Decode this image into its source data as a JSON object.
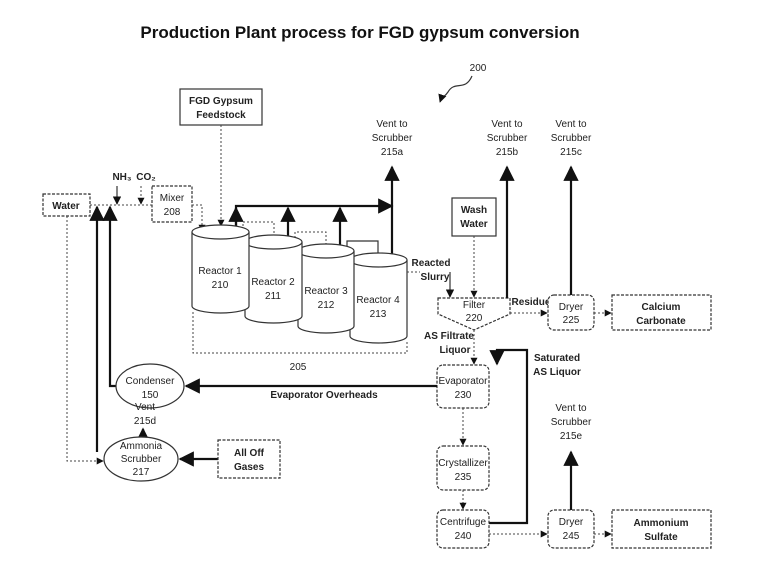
{
  "title": "Production Plant process for FGD gypsum conversion",
  "figure_ref": "200",
  "nodes": {
    "feedstock": [
      "FGD  Gypsum",
      "Feedstock"
    ],
    "water": "Water",
    "nh3": "NH₃",
    "co2": "CO₂",
    "mixer": [
      "Mixer",
      "208"
    ],
    "reactor1": [
      "Reactor 1",
      "210"
    ],
    "reactor2": [
      "Reactor 2",
      "211"
    ],
    "reactor3": [
      "Reactor 3",
      "212"
    ],
    "reactor4": [
      "Reactor 4",
      "213"
    ],
    "reactor_group": "205",
    "vent_a": [
      "Vent to",
      "Scrubber",
      "215a"
    ],
    "vent_b": [
      "Vent to",
      "Scrubber",
      "215b"
    ],
    "vent_c": [
      "Vent to",
      "Scrubber",
      "215c"
    ],
    "vent_d": [
      "Vent",
      "215d"
    ],
    "vent_e": [
      "Vent to",
      "Scrubber",
      "215e"
    ],
    "wash_water": [
      "Wash",
      "Water"
    ],
    "reacted_slurry": [
      "Reacted",
      "Slurry"
    ],
    "filter": [
      "Filter",
      "220"
    ],
    "residue": "Residue",
    "dryer1": [
      "Dryer",
      "225"
    ],
    "calcium_carbonate": [
      "Calcium",
      "Carbonate"
    ],
    "as_filtrate": [
      "AS Filtrate",
      "Liquor"
    ],
    "saturated": [
      "Saturated",
      "AS Liquor"
    ],
    "evaporator": [
      "Evaporator",
      "230"
    ],
    "evap_overheads": "Evaporator Overheads",
    "condenser": [
      "Condenser",
      "150"
    ],
    "ammonia_scrubber": [
      "Ammonia",
      "Scrubber",
      "217"
    ],
    "off_gases": [
      "All Off",
      "Gases"
    ],
    "crystallizer": [
      "Crystallizer",
      "235"
    ],
    "centrifuge": [
      "Centrifuge",
      "240"
    ],
    "dryer2": [
      "Dryer",
      "245"
    ],
    "ammonium_sulfate": [
      "Ammonium",
      "Sulfate"
    ]
  }
}
